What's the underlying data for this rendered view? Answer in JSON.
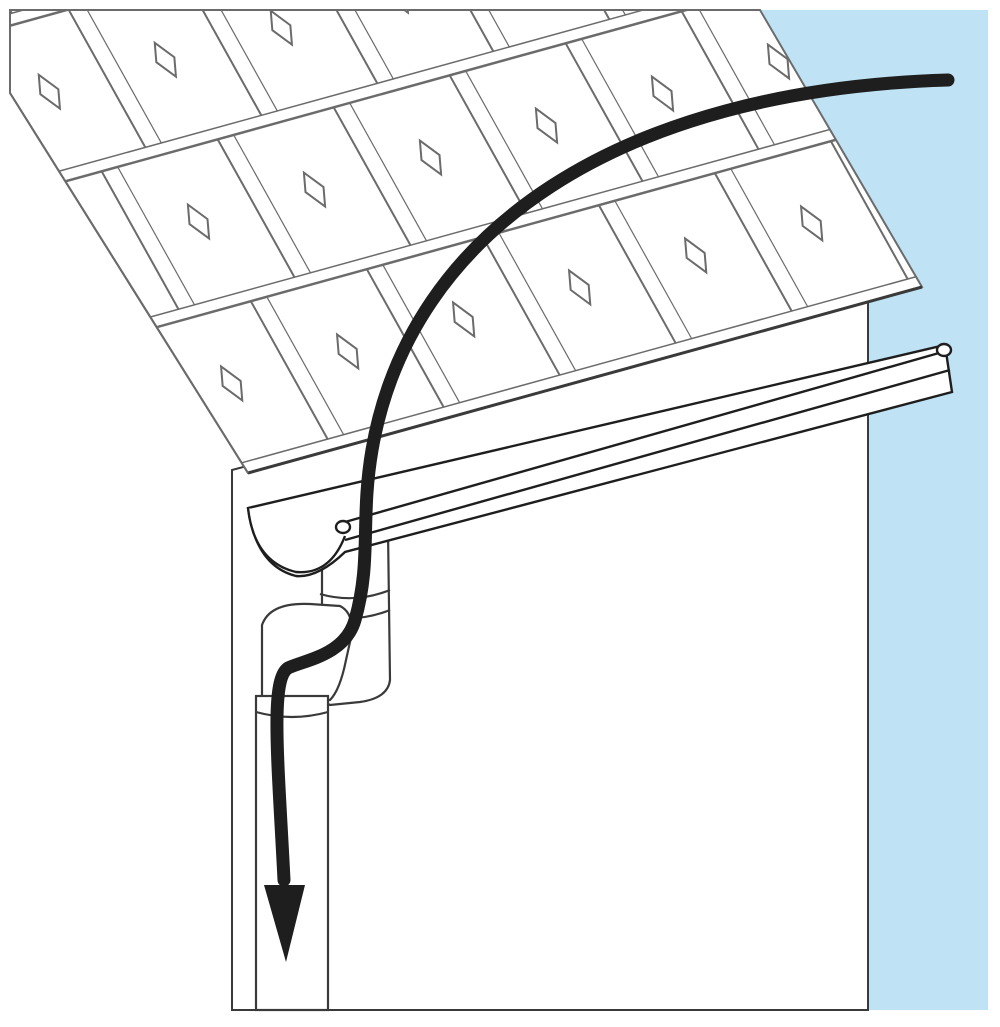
{
  "diagram": {
    "kind": "illustration",
    "subject": [
      "roof-tiles",
      "gutter",
      "downpipe",
      "wall",
      "water-flow-arrow"
    ],
    "text_labels": []
  },
  "colors": {
    "sky": "#bfe2f4",
    "outline": "#3a3a3a",
    "tile_line": "#6b6b6b",
    "arrow": "#1e1e1e",
    "fill": "#ffffff"
  },
  "icons": {
    "flow": "arrow-down-icon"
  }
}
